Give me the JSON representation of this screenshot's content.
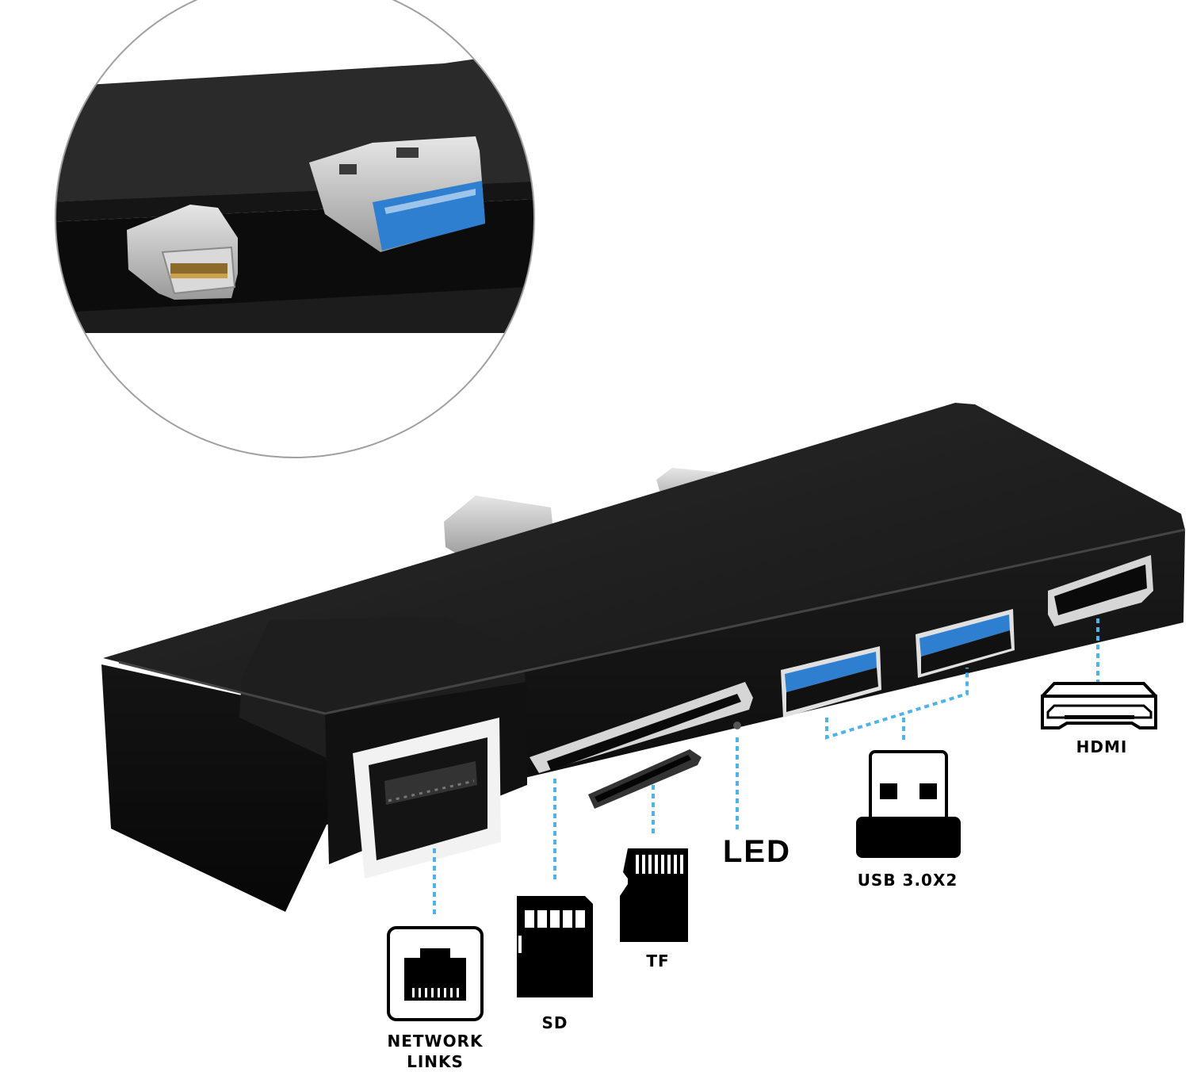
{
  "labels": {
    "network": [
      "NETWORK",
      "LINKS"
    ],
    "sd": "SD",
    "tf": "TF",
    "led": "LED",
    "usb": "USB 3.0X2",
    "hdmi": "HDMI"
  },
  "icons": {
    "network": "ethernet-port-icon",
    "sd": "sd-card-icon",
    "tf": "micro-sd-card-icon",
    "usb": "usb-plug-icon",
    "hdmi": "hdmi-port-icon"
  },
  "colors": {
    "hub_body": "#121212",
    "usb_blue": "#2f7fd0",
    "callout_line": "#4fb3e8",
    "metal": "#c8c8c8"
  }
}
